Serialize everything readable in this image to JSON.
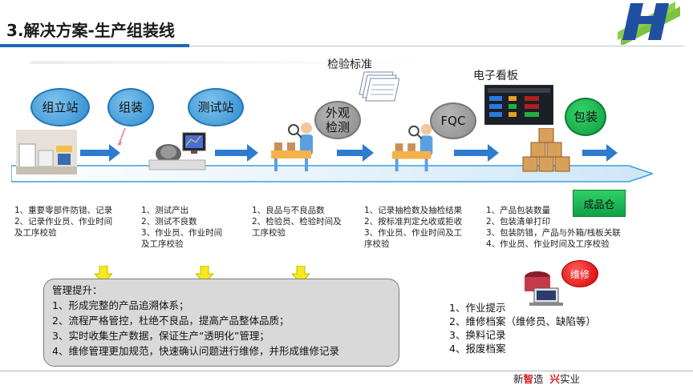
{
  "header": {
    "title": "3.解决方案-生产组装线"
  },
  "stations": {
    "zulizhan": "组立站",
    "zuzhuang": "组装",
    "ceshizhan": "测试站",
    "waiguan": "外观\n检测",
    "fqc": "FQC",
    "baozhuang": "包装"
  },
  "labels": {
    "jianyan": "检验标准",
    "kanban": "电子看板",
    "chengpin": "成品仓",
    "weixiu": "维修"
  },
  "descriptions": {
    "col1": [
      "1、重要零部件防错、记录",
      "2、记录作业员、作业时间",
      "及工序校验"
    ],
    "col2": [
      "1、测试产出",
      "2、测试不良数",
      "3、作业员、作业时间",
      "及工序校验"
    ],
    "col3": [
      "1、良品与不良品数",
      "2、检验员、检验时间及",
      "工序校验"
    ],
    "col4": [
      "1、记录抽检数及抽检结果",
      "2、按标准判定允收或拒收",
      "3、作业员、作业时间及工",
      "序校验"
    ],
    "col5": [
      "1、产品包装数量",
      "2、包装清单打印",
      "3、包装防错，产品与外箱/栈板关联",
      "4、作业员、作业时间及工序校验"
    ]
  },
  "management": {
    "heading": "管理提升：",
    "items": [
      "1、形成完整的产品追溯体系；",
      "2、流程严格管控，杜绝不良品，提高产品整体品质；",
      "3、实时收集生产数据，保证生产“透明化”管理；",
      "4、维修管理更加规范，快速确认问题进行维修，并形成维修记录"
    ]
  },
  "repair_list": [
    "1、作业提示",
    "2、维修档案（维修员、缺陷等）",
    "3、换料记录",
    "4、报废档案"
  ],
  "footer": {
    "a": "新",
    "b": "智",
    "c": "造",
    "d": "兴",
    "e": "实业"
  },
  "colors": {
    "blue": "#2e7bd0",
    "green": "#10a048",
    "accent_red": "#d31b1b"
  }
}
